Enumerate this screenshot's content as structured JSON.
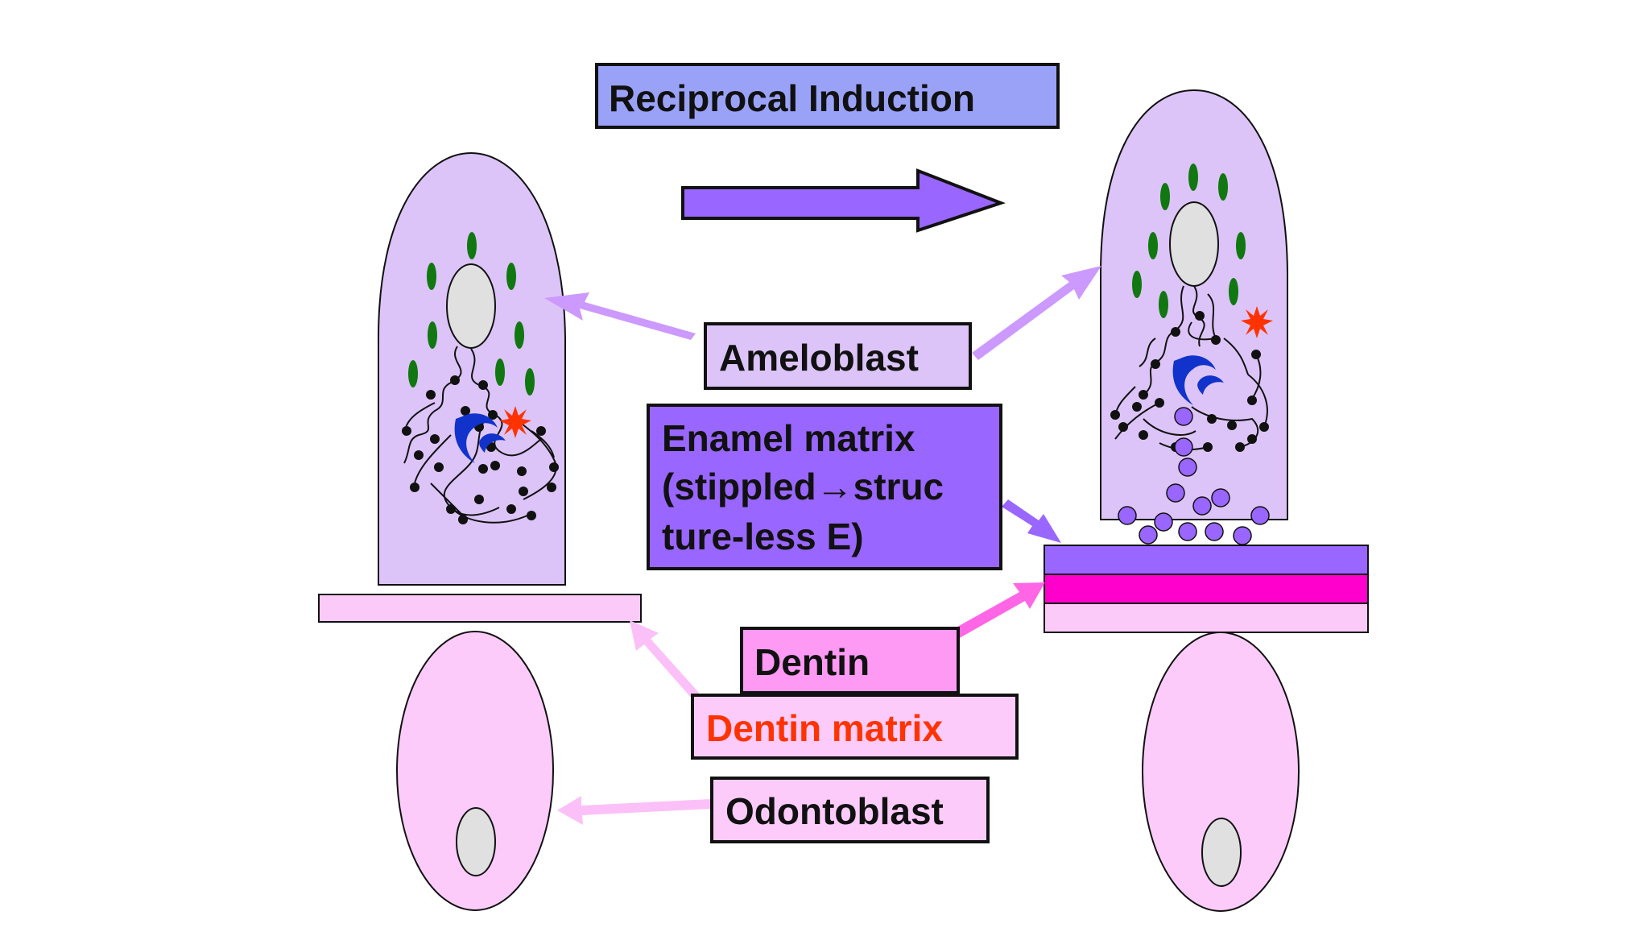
{
  "title": "Reciprocal Induction",
  "labels": {
    "ameloblast": "Ameloblast",
    "enamel_matrix": [
      "Enamel matrix",
      "(stippled→struc",
      "ture-less E)"
    ],
    "dentin": "Dentin",
    "dentin_matrix": "Dentin matrix",
    "odontoblast": "Odontoblast"
  },
  "colors": {
    "title_box": "#9aa2f8",
    "cell_fill": "#dcc4f8",
    "enamel": "#9966ff",
    "dentin_layer": "#ff00cc",
    "predentin": "#fccaf8",
    "odontoblast_fill": "#fccbfa",
    "dentin_box": "#fe99f4",
    "dentin_matrix_text": "#ff3300",
    "arrow_main": "#9966ff",
    "arrow_ameloblast": "#cc99ff",
    "arrow_dentin": "#ff66e6",
    "arrow_odontoblast": "#fcc0f8",
    "granule": "#117711",
    "golgi": "#1133cc",
    "star": "#ff3300",
    "nucleus": "#e0e0e0",
    "er_dot": "#111111",
    "enamel_droplet": "#9966ff"
  }
}
